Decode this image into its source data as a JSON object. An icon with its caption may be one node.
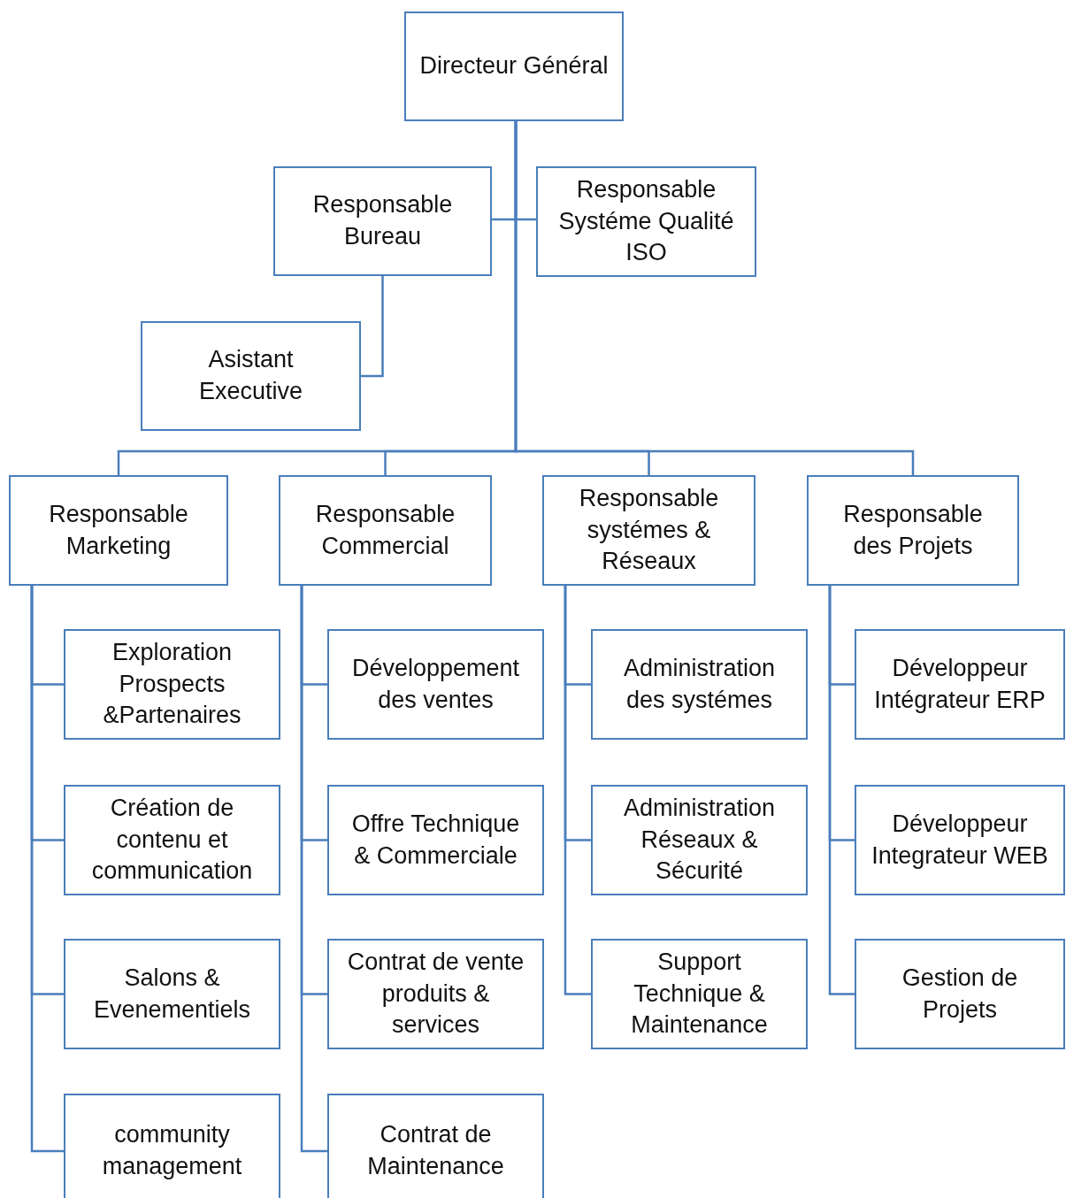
{
  "diagram": {
    "nodes": [
      {
        "text": [
          "Directeur Général"
        ]
      },
      {
        "text": [
          "Responsable Bureau"
        ]
      },
      {
        "text": [
          "Responsable Systéme Qualité ISO"
        ]
      },
      {
        "text": [
          "Asistant Executive"
        ]
      },
      {
        "text": [
          "Responsable Marketing"
        ]
      },
      {
        "text": [
          "Responsable Commercial"
        ]
      },
      {
        "text": [
          "Responsable systémes & Réseaux"
        ]
      },
      {
        "text": [
          "Responsable des Projets"
        ]
      },
      {
        "text": [
          "Exploration Prospects &Partenaires"
        ]
      },
      {
        "text": [
          "Création de contenu et communication"
        ]
      },
      {
        "text": [
          "Salons & Evenementiels"
        ]
      },
      {
        "text": [
          "community management"
        ]
      },
      {
        "text": [
          "Développement des ventes"
        ]
      },
      {
        "text": [
          "Offre Technique & Commerciale"
        ]
      },
      {
        "text": [
          "Contrat de vente produits & services"
        ]
      },
      {
        "text": [
          "Contrat de Maintenance"
        ]
      },
      {
        "text": [
          "Administration des systémes"
        ]
      },
      {
        "text": [
          "Administration Réseaux & Sécurité"
        ]
      },
      {
        "text": [
          "Support Technique & Maintenance"
        ]
      },
      {
        "text": [
          "Développeur Intégrateur ERP"
        ]
      },
      {
        "text": [
          "Développeur Integrateur WEB"
        ]
      },
      {
        "text": [
          "Gestion de Projets"
        ]
      }
    ],
    "edges": [
      {
        "from": 0,
        "to": 1,
        "arrow": "none"
      },
      {
        "from": 0,
        "to": 2,
        "arrow": "none"
      },
      {
        "from": 1,
        "to": 3,
        "arrow": "none"
      },
      {
        "from": 0,
        "to": 4,
        "arrow": "none"
      },
      {
        "from": 0,
        "to": 5,
        "arrow": "none"
      },
      {
        "from": 0,
        "to": 6,
        "arrow": "none"
      },
      {
        "from": 0,
        "to": 7,
        "arrow": "none"
      },
      {
        "from": 4,
        "to": 8,
        "arrow": "none"
      },
      {
        "from": 4,
        "to": 9,
        "arrow": "none"
      },
      {
        "from": 4,
        "to": 10,
        "arrow": "none"
      },
      {
        "from": 4,
        "to": 11,
        "arrow": "none"
      },
      {
        "from": 5,
        "to": 12,
        "arrow": "none"
      },
      {
        "from": 5,
        "to": 13,
        "arrow": "none"
      },
      {
        "from": 5,
        "to": 14,
        "arrow": "none"
      },
      {
        "from": 5,
        "to": 15,
        "arrow": "none"
      },
      {
        "from": 6,
        "to": 16,
        "arrow": "none"
      },
      {
        "from": 6,
        "to": 17,
        "arrow": "none"
      },
      {
        "from": 6,
        "to": 18,
        "arrow": "none"
      },
      {
        "from": 7,
        "to": 19,
        "arrow": "none"
      },
      {
        "from": 7,
        "to": 20,
        "arrow": "none"
      },
      {
        "from": 7,
        "to": 21,
        "arrow": "none"
      }
    ]
  }
}
